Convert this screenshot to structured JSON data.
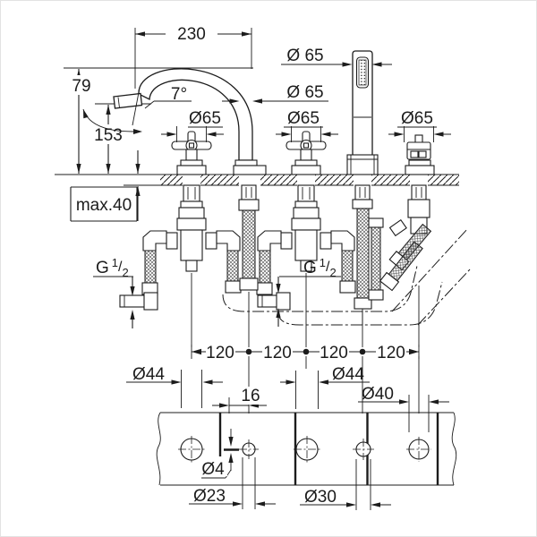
{
  "drawing": {
    "type": "technical-dimension-drawing",
    "subject": "5-hole deck-mounted bath combination faucet with handshower and diverter",
    "line_color": "#1c1c1c",
    "background_color": "#ffffff",
    "side_view": {
      "reach": "230",
      "upper_height": "79",
      "outlet_height": "153",
      "spout_angle": "7°",
      "handshower_dia": "Ø 65",
      "spout_escutcheon_dia": "Ø 65",
      "valve1_escutcheon_dia": "Ø65",
      "valve2_escutcheon_dia": "Ø65",
      "diverter_escutcheon_dia": "Ø65",
      "deck_thickness": "max.40",
      "thread_left": {
        "letter": "G",
        "numerator": "1",
        "slash": "/",
        "denominator": "2"
      },
      "thread_mid": {
        "letter": "G",
        "numerator": "1",
        "slash": "/",
        "denominator": "2"
      },
      "spacing": {
        "s1": "120",
        "s2": "120",
        "s3": "120",
        "s4": "120"
      }
    },
    "plan_view": {
      "valve_hole_dia": "Ø44",
      "pilot_offset": "16",
      "pilot_hole_dia": "Ø4",
      "small_hole_dia": "Ø23",
      "spout_hole_dia": "Ø44",
      "handshower_hole_dia": "Ø30",
      "diverter_hole_dia": "Ø40"
    }
  }
}
